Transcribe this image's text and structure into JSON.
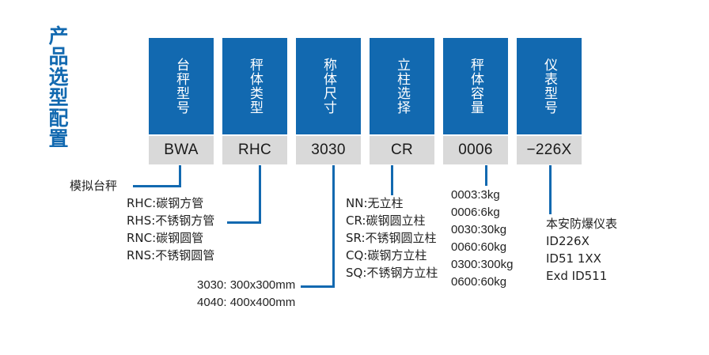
{
  "title": "产品选型配置",
  "colors": {
    "accent_blue": "#1269B0",
    "value_gray": "#D9D9D9",
    "text_dark": "#222222",
    "background": "#ffffff"
  },
  "columns": [
    {
      "header": "台秤型号",
      "value": "BWA"
    },
    {
      "header": "秤体类型",
      "value": "RHC"
    },
    {
      "header": "称体尺寸",
      "value": "3030"
    },
    {
      "header": "立柱选择",
      "value": "CR"
    },
    {
      "header": "秤体容量",
      "value": "0006"
    },
    {
      "header": "仪表型号",
      "value": "−226X"
    }
  ],
  "notes": {
    "model": {
      "lines": [
        "模拟台秤"
      ]
    },
    "body_type": {
      "lines": [
        "RHC:碳钢方管",
        "RHS:不锈钢方管",
        "RNC:碳钢圆管",
        "RNS:不锈钢圆管"
      ]
    },
    "size": {
      "lines": [
        "3030: 300x300mm",
        "4040: 400x400mm"
      ]
    },
    "column_option": {
      "lines": [
        "NN:无立柱",
        "CR:碳钢圆立柱",
        "SR:不锈钢圆立柱",
        "CQ:碳钢方立柱",
        "SQ:不锈钢方立柱"
      ]
    },
    "capacity": {
      "lines": [
        "0003:3kg",
        "0006:6kg",
        "0030:30kg",
        "0060:60kg",
        "0300:300kg",
        "0600:60kg"
      ]
    },
    "instrument": {
      "lines": [
        "本安防爆仪表",
        "ID226X",
        "ID51 1XX",
        "Exd ID511"
      ]
    }
  }
}
